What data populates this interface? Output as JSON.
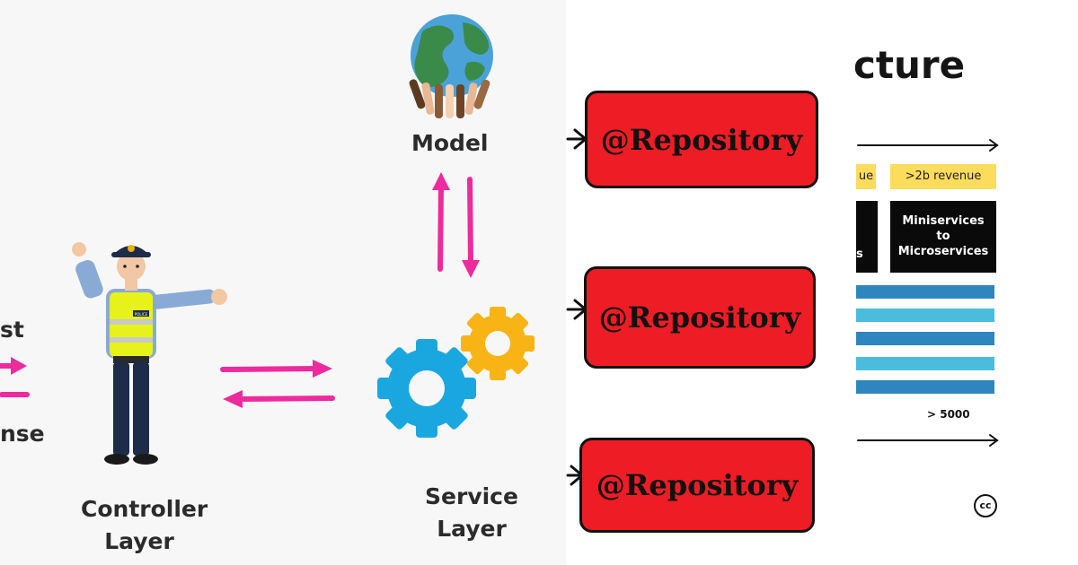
{
  "left_diagram": {
    "request_fragment": "st",
    "response_fragment": "nse",
    "model_label": "Model",
    "controller_label_line1": "Controller",
    "controller_label_line2": "Layer",
    "service_label_line1": "Service",
    "service_label_line2": "Layer",
    "police_badge": "POLICE"
  },
  "right_slide": {
    "title_fragment": "cture",
    "tag_left": "ue",
    "tag_right": ">2b revenue",
    "box_left_fragment": "s",
    "box_right_line1": "Miniservices",
    "box_right_line2": "to",
    "box_right_line3": "Microservices",
    "count_label": "> 5000",
    "cc_mark": "cc",
    "band_colors": [
      "#2f86be",
      "#4bbcdc",
      "#2f86be",
      "#4bbcdc",
      "#2f86be"
    ]
  },
  "repositories": [
    {
      "label": "@Repository"
    },
    {
      "label": "@Repository"
    },
    {
      "label": "@Repository"
    }
  ],
  "colors": {
    "arrow_pink": "#ee2a9f",
    "repo_red": "#ee1c25",
    "gear_blue": "#1aa7e0",
    "gear_yellow": "#f8b415",
    "yellow_tag": "#fcdc5c"
  }
}
